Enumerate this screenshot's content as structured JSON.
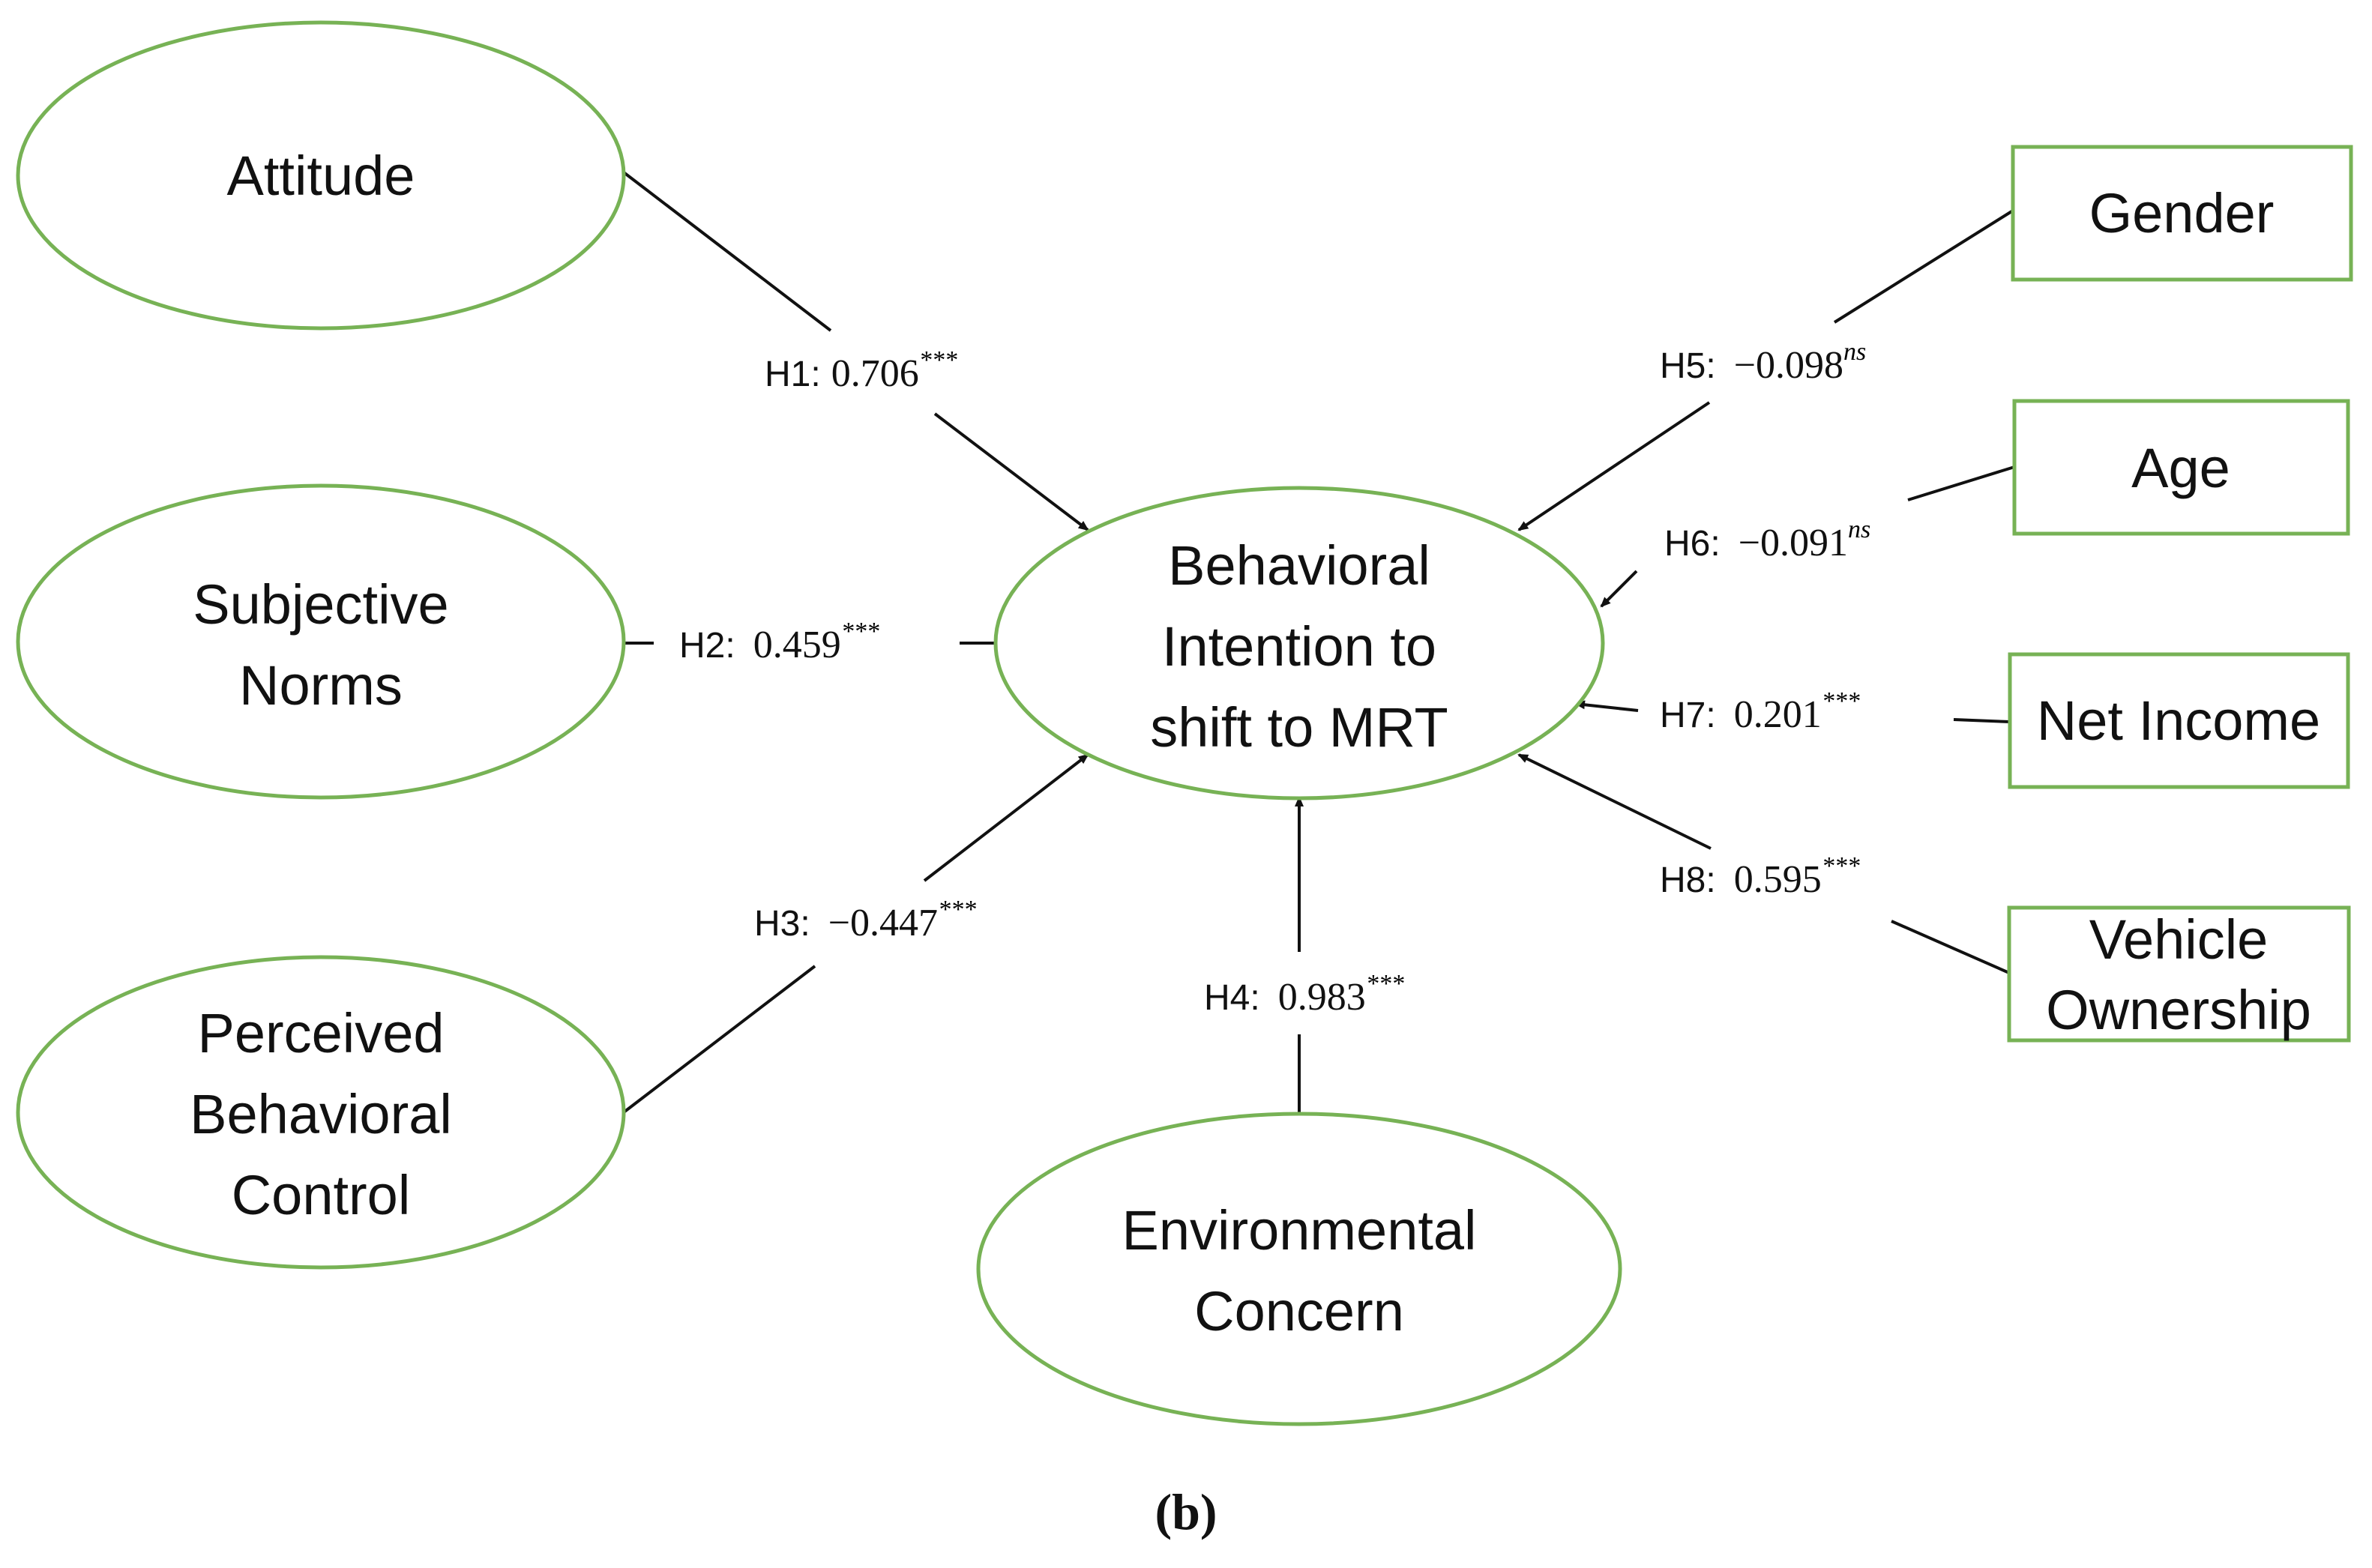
{
  "colors": {
    "node_border": "#77b255",
    "edge": "#111111",
    "text": "#111111"
  },
  "nodes": {
    "attitude": [
      "Attitude"
    ],
    "subjective_norms": [
      "Subjective",
      "Norms"
    ],
    "pbc": [
      "Perceived",
      "Behavioral",
      "Control"
    ],
    "environmental": [
      "Environmental",
      "Concern"
    ],
    "intention": [
      "Behavioral",
      "Intention to",
      "shift to MRT"
    ],
    "gender": [
      "Gender"
    ],
    "age": [
      "Age"
    ],
    "net_income": [
      "Net Income"
    ],
    "vehicle": [
      "Vehicle",
      "Ownership"
    ]
  },
  "edges": [
    {
      "hyp": "H1:",
      "value": "0.706",
      "sig": "***"
    },
    {
      "hyp": "H2:",
      "value": "0.459",
      "sig": "***"
    },
    {
      "hyp": "H3:",
      "value": "−0.447",
      "sig": "***"
    },
    {
      "hyp": "H4:",
      "value": "0.983",
      "sig": "***"
    },
    {
      "hyp": "H5:",
      "value": "−0.098",
      "sig": "ns"
    },
    {
      "hyp": "H6:",
      "value": "−0.091",
      "sig": "ns"
    },
    {
      "hyp": "H7:",
      "value": "0.201",
      "sig": "***"
    },
    {
      "hyp": "H8:",
      "value": "0.595",
      "sig": "***"
    }
  ],
  "caption": "(b)"
}
